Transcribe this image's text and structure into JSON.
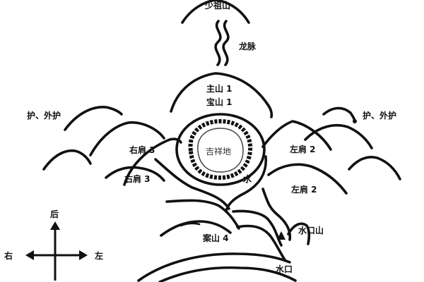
{
  "labels": {
    "shaozushan": "少祖山",
    "longmai": "龙脉",
    "zhushan": "主山 1",
    "baoshan": "宝山 1",
    "hu_left": "护、外护",
    "hu_right": "护、外护",
    "youjian_upper": "右肩 3",
    "youjian_lower": "右肩 3",
    "zuojian_upper": "左肩 2",
    "zuojian_lower": "左肩 2",
    "jixiangdi": "吉祥地",
    "shui": "水",
    "anshan": "案山 4",
    "shuikoushan": "水口山",
    "shuikou": "水口"
  },
  "compass": {
    "back": "后",
    "right": "右",
    "left": "左"
  }
}
